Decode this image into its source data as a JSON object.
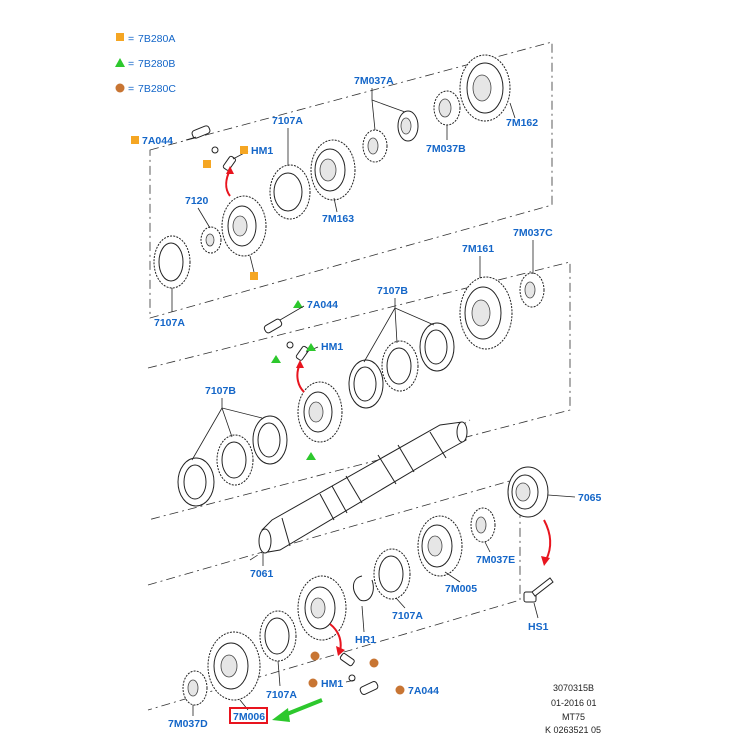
{
  "legend": [
    {
      "label": "7B280A",
      "marker": "square",
      "color": "#f5a623"
    },
    {
      "label": "7B280B",
      "marker": "triangle",
      "color": "#2dc82d"
    },
    {
      "label": "7B280C",
      "marker": "circle",
      "color": "#c87533"
    }
  ],
  "labels": {
    "l_7a044_top": "7A044",
    "l_hm1_top": "HM1",
    "l_7107a_top": "7107A",
    "l_7m037a": "7M037A",
    "l_7m162": "7M162",
    "l_7m037b": "7M037B",
    "l_7m163": "7M163",
    "l_7120": "7120",
    "l_7107a_left": "7107A",
    "l_7m161": "7M161",
    "l_7m037c": "7M037C",
    "l_7a044_mid": "7A044",
    "l_7107b_top": "7107B",
    "l_hm1_mid": "HM1",
    "l_7107b_left": "7107B",
    "l_7065": "7065",
    "l_7m037e": "7M037E",
    "l_7061": "7061",
    "l_7m005": "7M005",
    "l_7107a_mid": "7107A",
    "l_hs1": "HS1",
    "l_hr1": "HR1",
    "l_7107a_bot": "7107A",
    "l_hm1_bot": "HM1",
    "l_7a044_bot": "7A044",
    "l_7m037d": "7M037D",
    "l_7m006": "7M006"
  },
  "reference": [
    "3070315B",
    "01-2016 01",
    "MT75",
    "K 0263521 05"
  ],
  "colors": {
    "label_blue": "#1466c8",
    "highlight_red": "#e8141e",
    "pointer_green": "#2dc82d",
    "arrow_red": "#e8141e"
  }
}
